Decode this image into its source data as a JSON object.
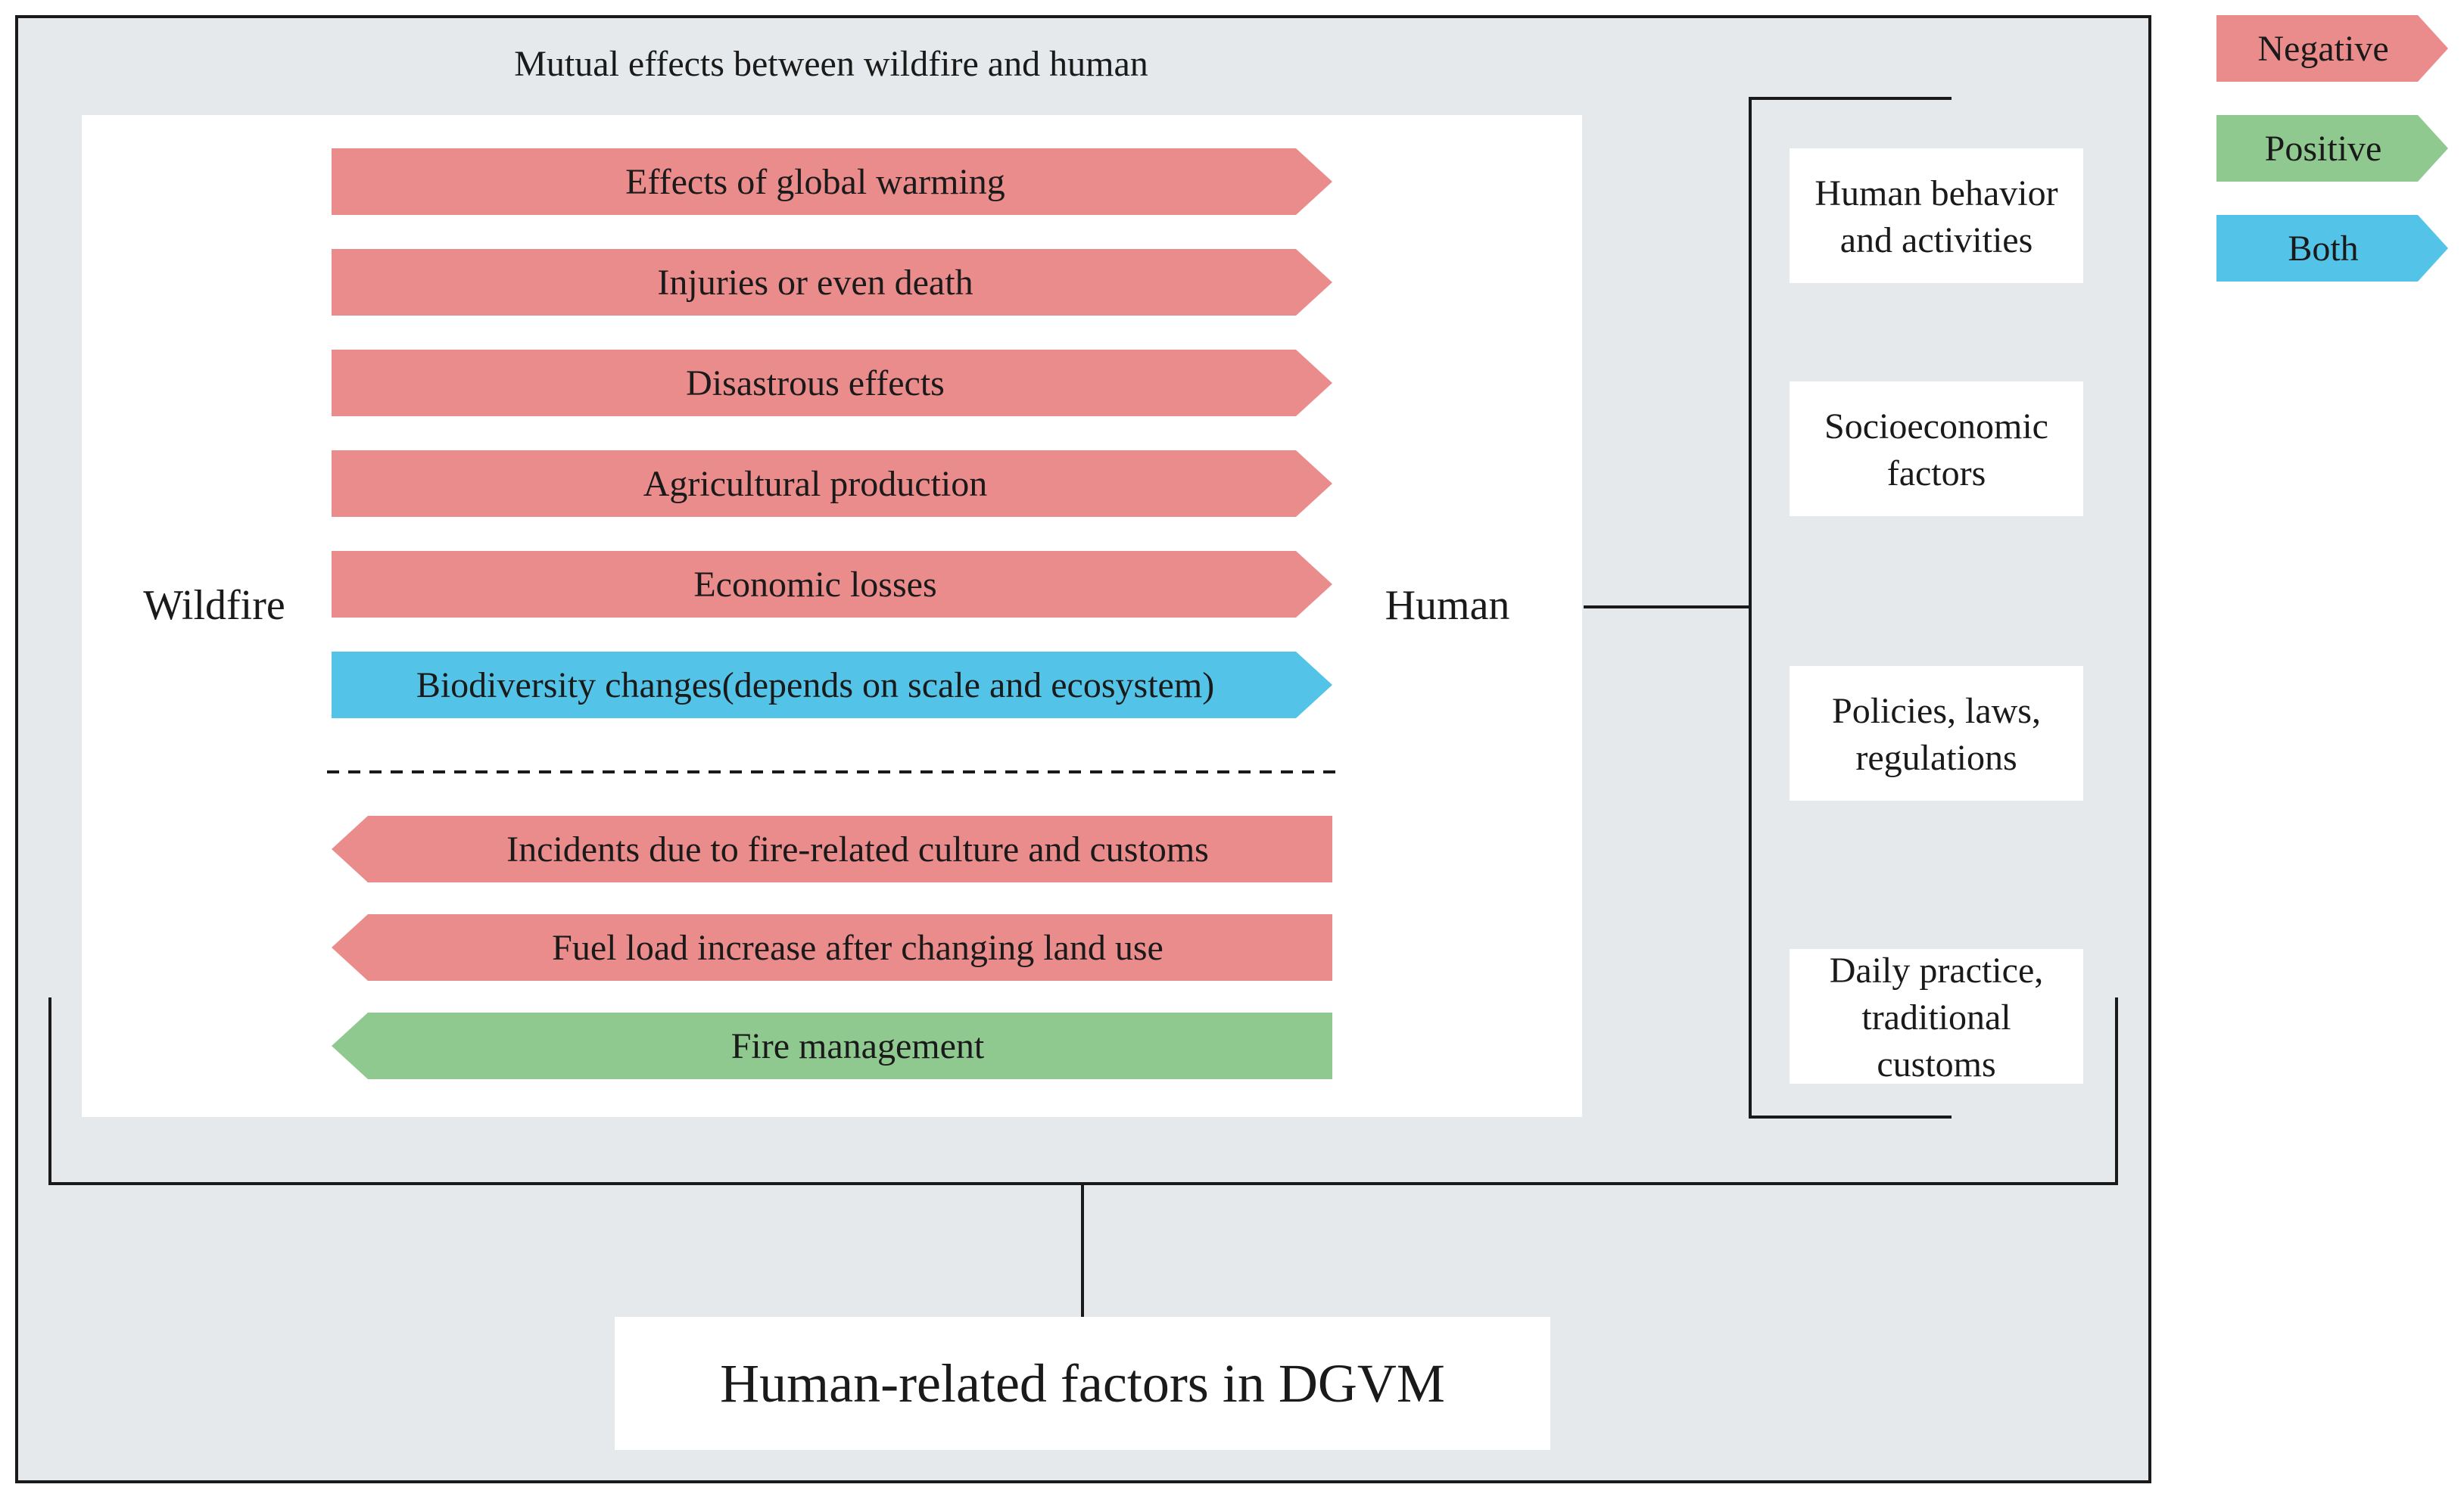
{
  "title": "Mutual effects between wildfire and human",
  "left_label": "Wildfire",
  "right_label": "Human",
  "colors": {
    "negative": "#EB8C8C",
    "positive": "#8FC98F",
    "both": "#53C4E8",
    "panel_bg": "#E5E9EC",
    "inner_bg": "#FFFFFF",
    "line": "#1a1a1a"
  },
  "legend": [
    {
      "label": "Negative",
      "kind": "negative"
    },
    {
      "label": "Positive",
      "kind": "positive"
    },
    {
      "label": "Both",
      "kind": "both"
    }
  ],
  "wildfire_to_human": [
    {
      "label": "Effects of global warming",
      "kind": "negative"
    },
    {
      "label": "Injuries or even death",
      "kind": "negative"
    },
    {
      "label": "Disastrous effects",
      "kind": "negative"
    },
    {
      "label": "Agricultural production",
      "kind": "negative"
    },
    {
      "label": "Economic losses",
      "kind": "negative"
    },
    {
      "label": "Biodiversity changes(depends on scale and ecosystem)",
      "kind": "both"
    }
  ],
  "human_to_wildfire": [
    {
      "label": "Incidents due to fire-related culture and customs",
      "kind": "negative"
    },
    {
      "label": "Fuel load increase after changing land use",
      "kind": "negative"
    },
    {
      "label": "Fire management",
      "kind": "positive"
    }
  ],
  "human_factors": [
    {
      "lines": [
        "Human behavior",
        "and activities"
      ]
    },
    {
      "lines": [
        "Socioeconomic",
        "factors"
      ]
    },
    {
      "lines": [
        "Policies, laws,",
        "regulations"
      ]
    },
    {
      "lines": [
        "Daily practice,",
        "traditional",
        "customs"
      ]
    }
  ],
  "bottom_box": "Human-related factors in DGVM"
}
